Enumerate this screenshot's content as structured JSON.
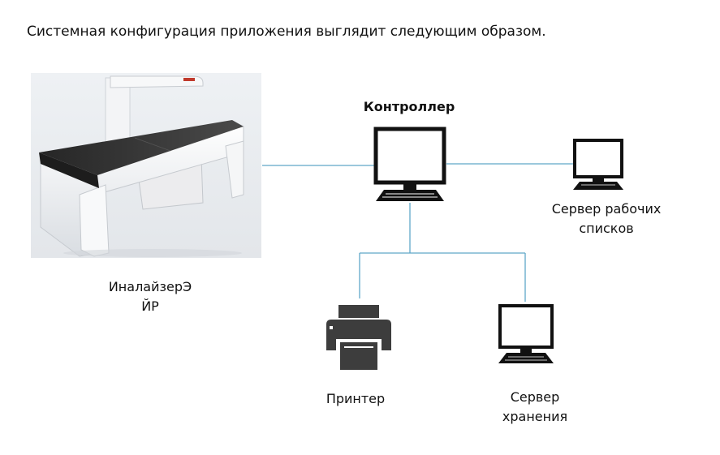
{
  "intro": "Системная конфигурация приложения выглядит следующим образом.",
  "nodes": {
    "analyzer": {
      "label_line1": "ИналайзерЭ",
      "label_line2": "ЙР",
      "icon": "dxa-scanner-photo"
    },
    "controller": {
      "label": "Контроллер",
      "icon": "computer-monitor-icon"
    },
    "worklist_server": {
      "label_line1": "Сервер рабочих",
      "label_line2": "списков",
      "icon": "computer-monitor-icon"
    },
    "printer": {
      "label": "Принтер",
      "icon": "printer-icon"
    },
    "storage_server": {
      "label_line1": "Сервер",
      "label_line2": "хранения",
      "icon": "computer-monitor-icon"
    }
  },
  "colors": {
    "connection_line": "#5fa8c8",
    "icon": "#111111",
    "printer_icon": "#3d3d3d"
  }
}
